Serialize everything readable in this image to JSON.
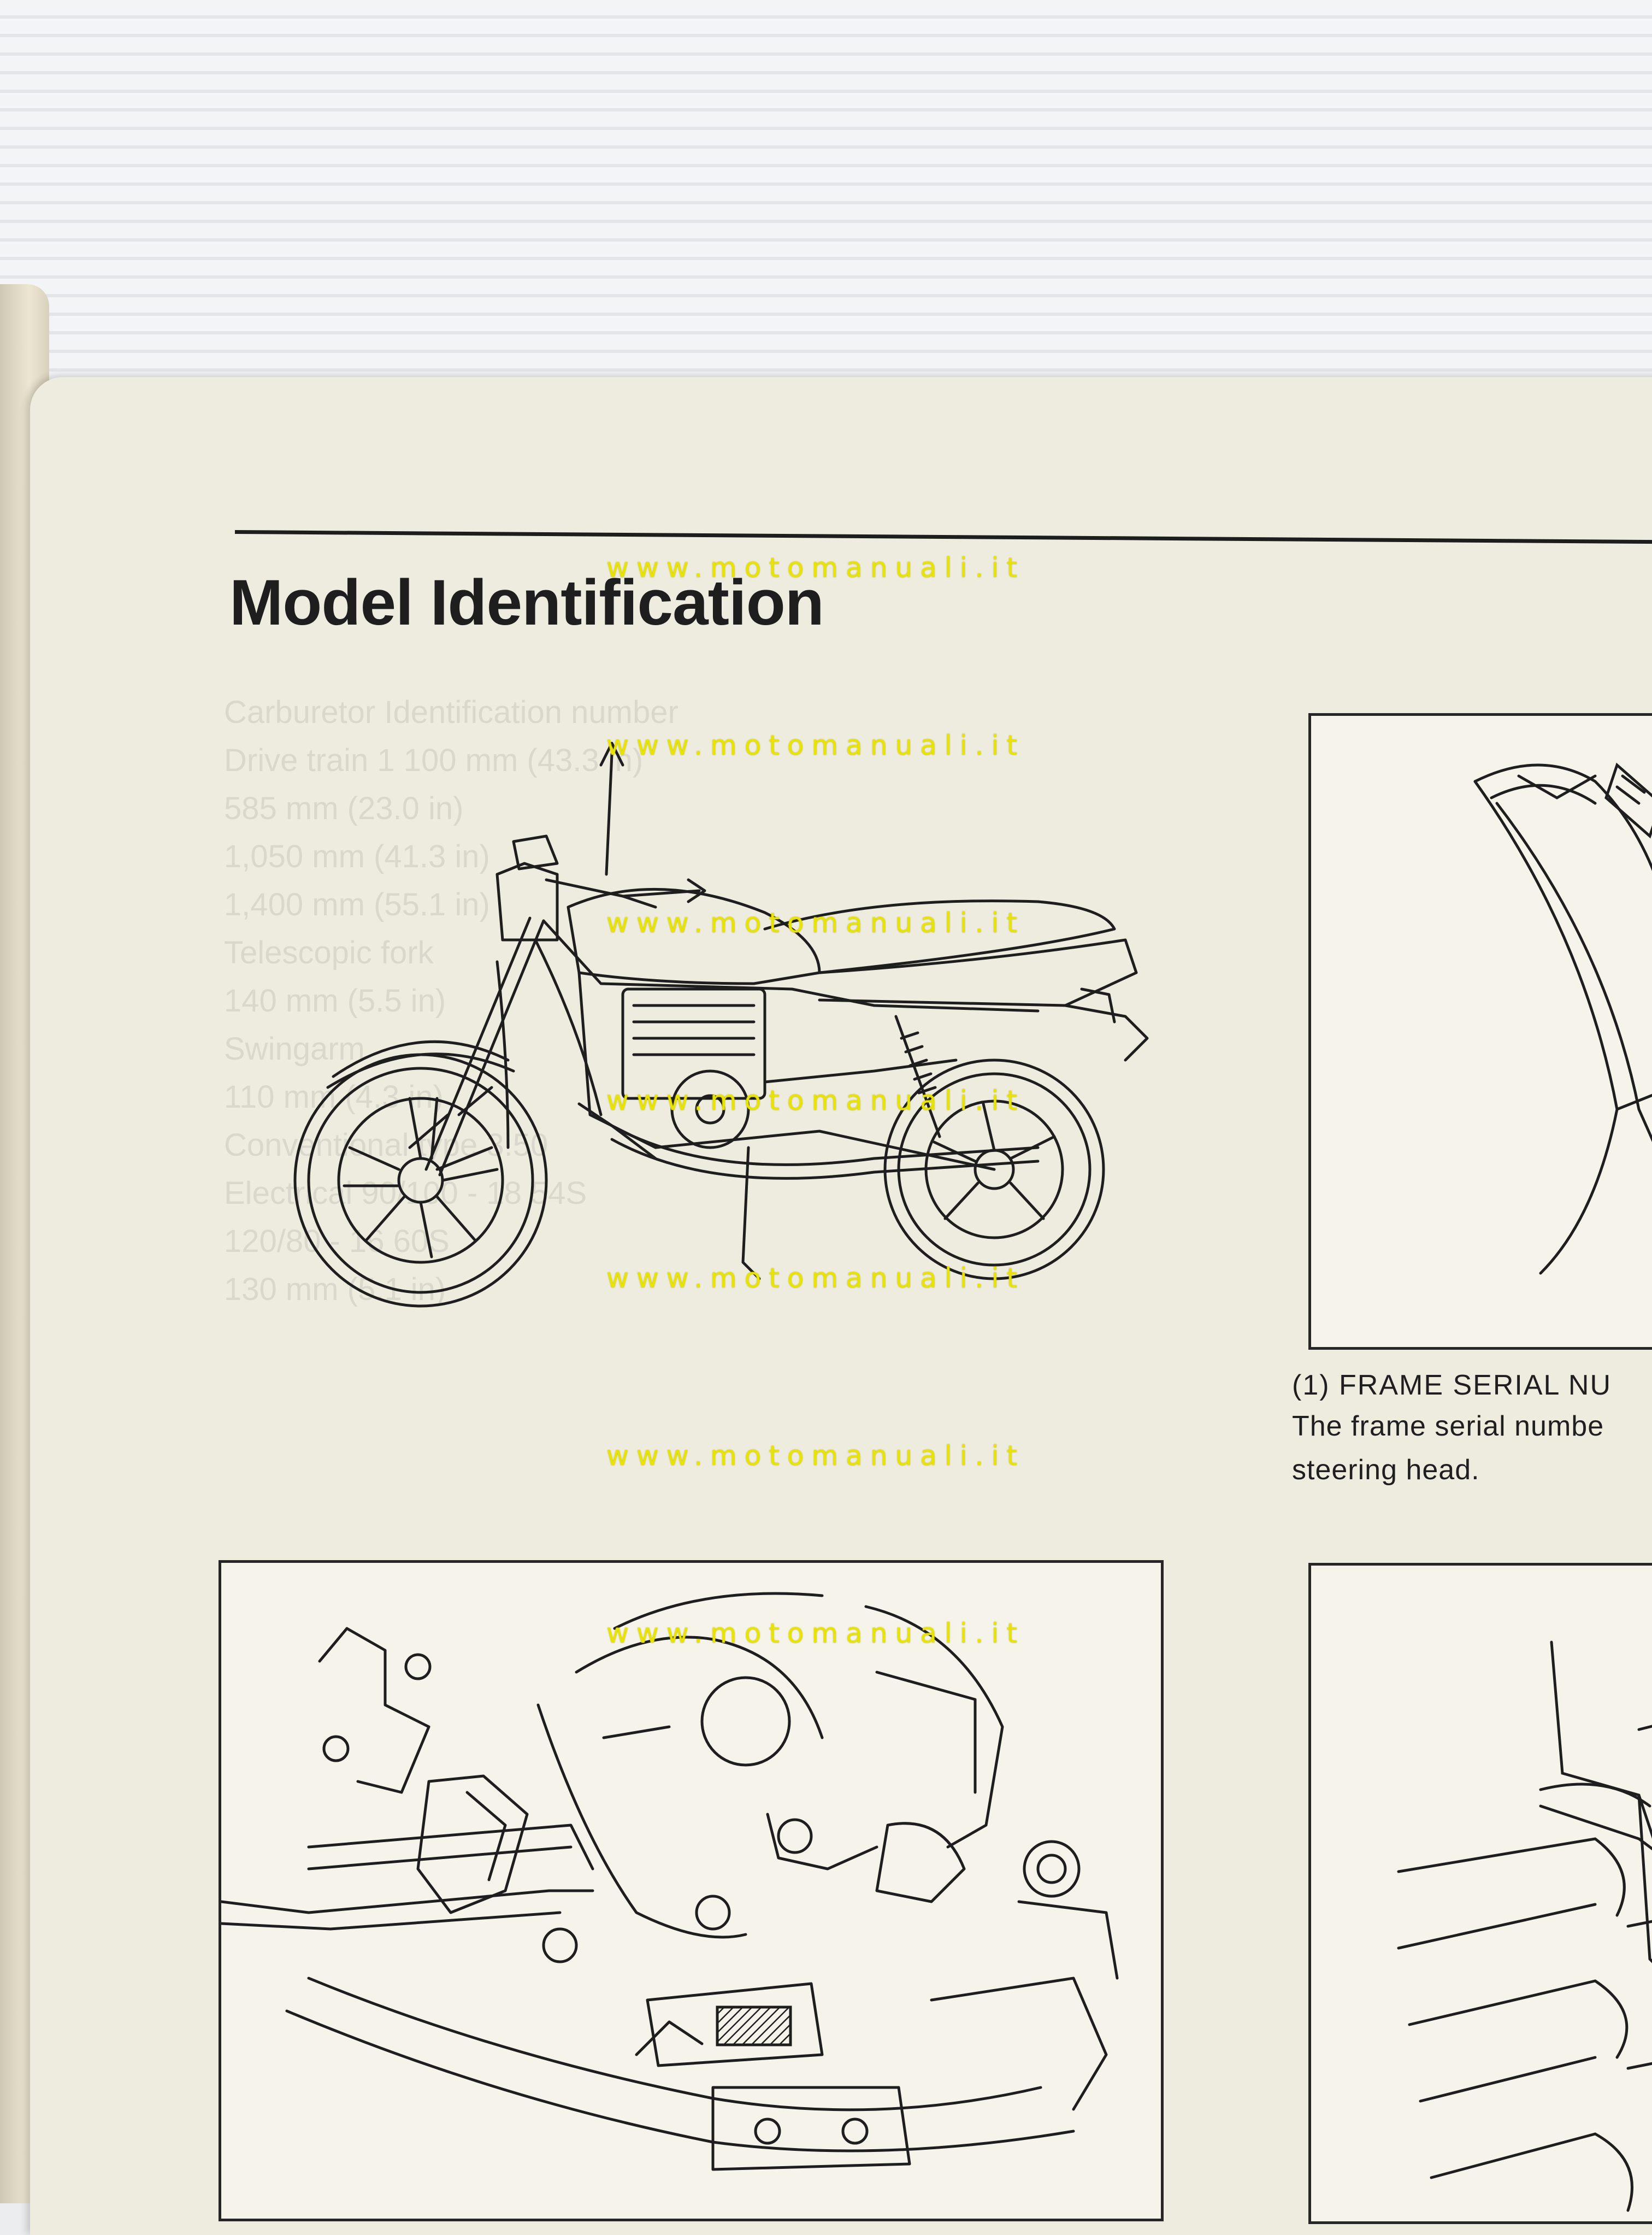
{
  "page": {
    "title": "Model Identification"
  },
  "captions": [
    "(1) FRAME SERIAL NU",
    "The frame serial numbe",
    "steering head."
  ],
  "ghost_text": [
    "Carburetor            Identification number",
    "Drive train           1 100 mm (43.3 in)",
    "                      585 mm (23.0 in)",
    "                      1,050 mm (41.3 in)",
    "                      1,400 mm (55.1 in)",
    "",
    "",
    "",
    "",
    "",
    "                      Telescopic fork",
    "                      140 mm (5.5 in)",
    "                      Swingarm",
    "                      110 mm (4.3 in)",
    "                      Conventional type 3.50",
    "Electrical            90/100 - 18 54S",
    "                      120/80 - 16 60S",
    "                      130 mm (5.1 in)"
  ],
  "watermark": {
    "text": "www.motomanuali.it",
    "color": "#e8e400"
  },
  "icons": {
    "motorcycle": "motorcycle-illustration-icon",
    "engine": "engine-closeup-illustration-icon",
    "frame": "frame-detail-illustration-icon",
    "fork": "fork-detail-illustration-icon"
  }
}
